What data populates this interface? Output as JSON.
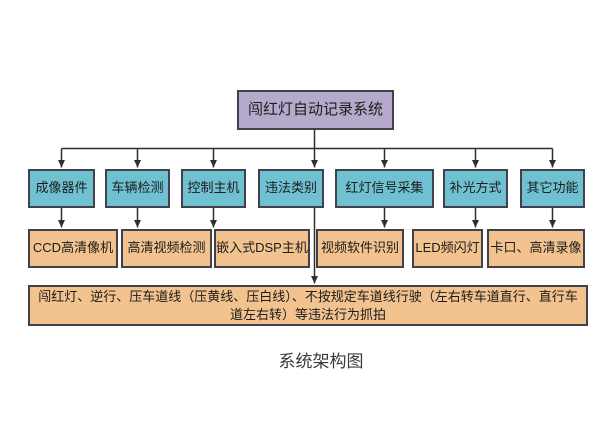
{
  "diagram": {
    "root": {
      "label": "闯红灯自动记录系统"
    },
    "level2": [
      {
        "label": "成像器件"
      },
      {
        "label": "车辆检测"
      },
      {
        "label": "控制主机"
      },
      {
        "label": "违法类别"
      },
      {
        "label": "红灯信号采集"
      },
      {
        "label": "补光方式"
      },
      {
        "label": "其它功能"
      }
    ],
    "level3": [
      {
        "label": "CCD高清像机"
      },
      {
        "label": "高清视频检测"
      },
      {
        "label": "嵌入式DSP主机"
      },
      {
        "label": "视频软件识别"
      },
      {
        "label": "LED频闪灯"
      },
      {
        "label": "卡口、高清录像"
      }
    ],
    "violations": {
      "label": "闯红灯、逆行、压车道线（压黄线、压白线）、不按规定车道线行驶（左右转车道直行、直行车道左右转）等违法行为抓拍"
    },
    "caption": "系统架构图",
    "colors": {
      "root_fill": "#b5a9cc",
      "level2_fill": "#6fc1d2",
      "level3_fill": "#f2c28f",
      "box_border": "#41414b",
      "line": "#2e2e33",
      "text": "#1c1c1c",
      "background": "#ffffff"
    }
  }
}
